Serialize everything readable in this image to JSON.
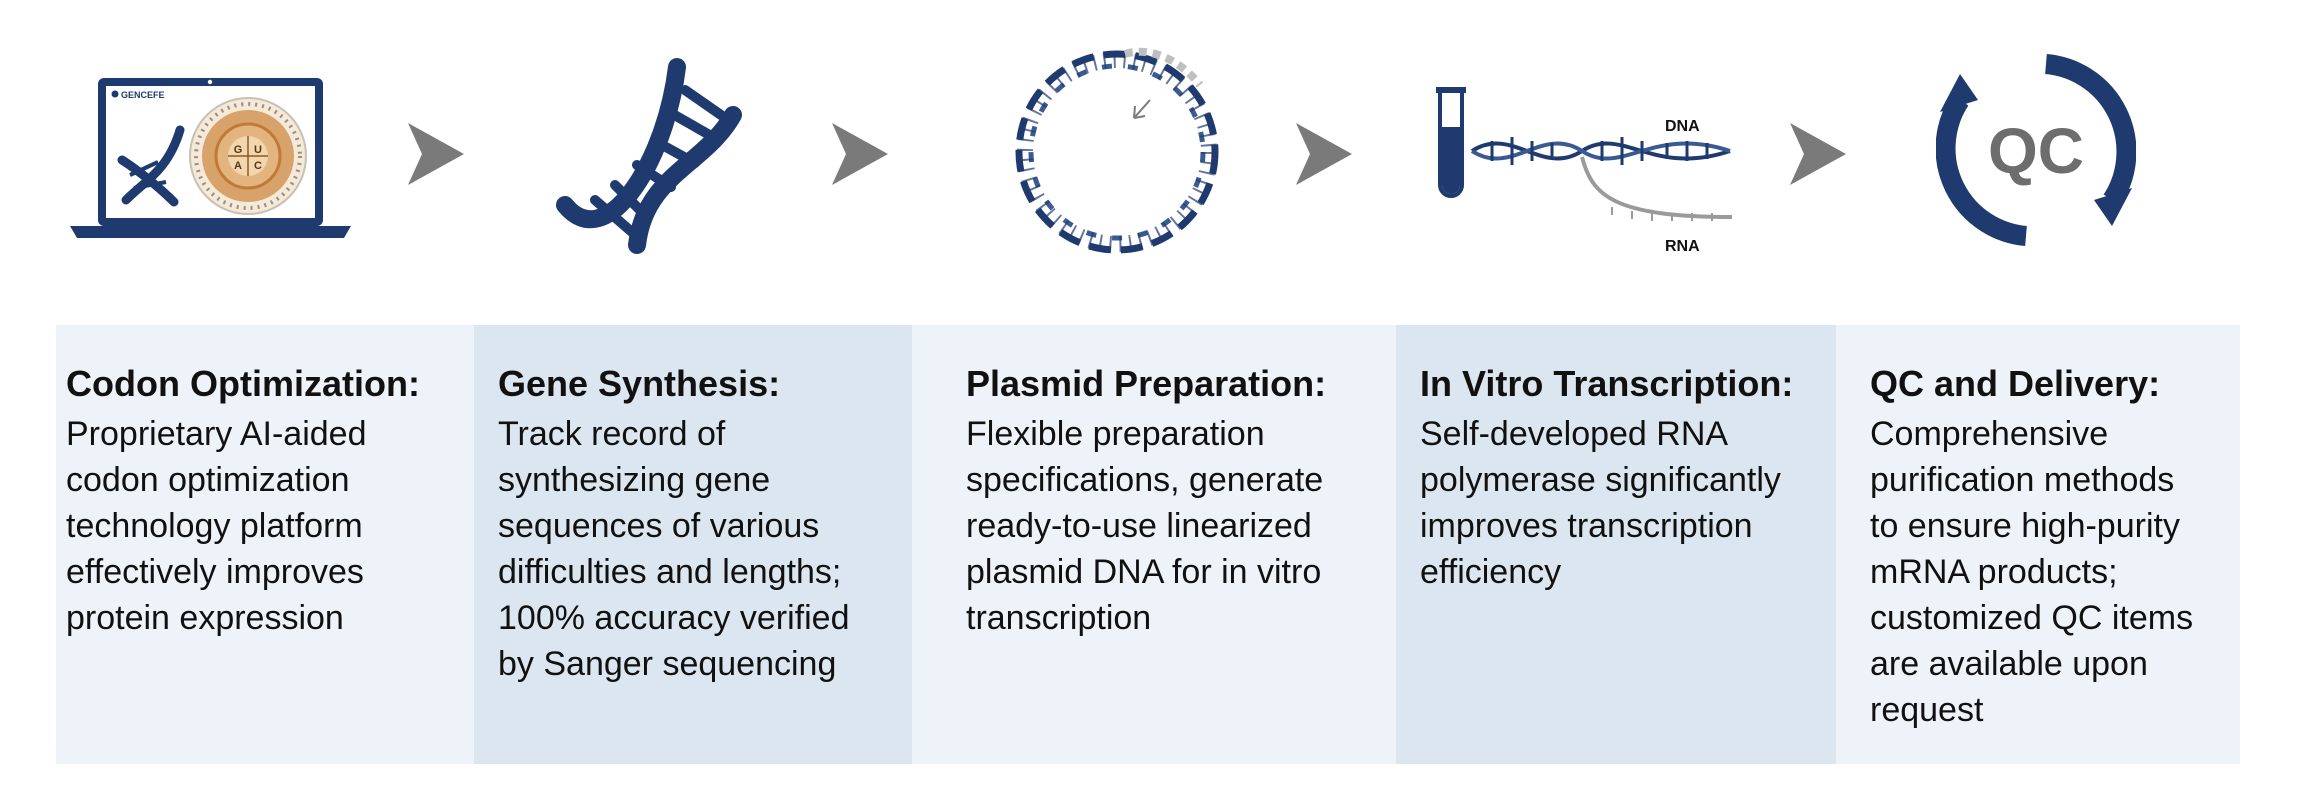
{
  "colors": {
    "navy": "#1f3a6e",
    "arrow_gray": "#7a7a7a",
    "panel_light": "#eef3f9",
    "panel_dark": "#dce6f0"
  },
  "icons": {
    "laptop": {
      "icon": "laptop-codon-wheel-icon",
      "brand": "GENCEFE",
      "wheel_letters": [
        "G",
        "U",
        "A",
        "C"
      ]
    },
    "dna": {
      "icon": "dna-double-helix-icon"
    },
    "plasmid": {
      "icon": "circular-plasmid-icon"
    },
    "ivt": {
      "icon": "test-tube-dna-rna-icon",
      "dna_label": "DNA",
      "rna_label": "RNA"
    },
    "qc": {
      "icon": "qc-cycle-icon",
      "label": "QC"
    }
  },
  "steps": [
    {
      "title": "Codon Optimization:",
      "lines": [
        "Proprietary AI-aided",
        "codon optimization",
        "technology platform",
        "effectively improves",
        "protein expression"
      ]
    },
    {
      "title": "Gene Synthesis:",
      "lines": [
        "Track record of",
        "synthesizing gene",
        "sequences of various",
        "difficulties and lengths;",
        "100% accuracy verified",
        "by Sanger sequencing"
      ]
    },
    {
      "title": "Plasmid Preparation:",
      "lines": [
        "Flexible preparation",
        "specifications, generate",
        "ready-to-use linearized",
        "plasmid DNA for in vitro",
        "transcription"
      ]
    },
    {
      "title": "In Vitro Transcription:",
      "lines": [
        "Self-developed RNA",
        "polymerase significantly",
        "improves transcription",
        "efficiency"
      ]
    },
    {
      "title": "QC and Delivery:",
      "lines": [
        "Comprehensive",
        "purification methods",
        "to ensure high-purity",
        "mRNA products;",
        "customized QC items",
        "are available upon",
        "request"
      ]
    }
  ]
}
